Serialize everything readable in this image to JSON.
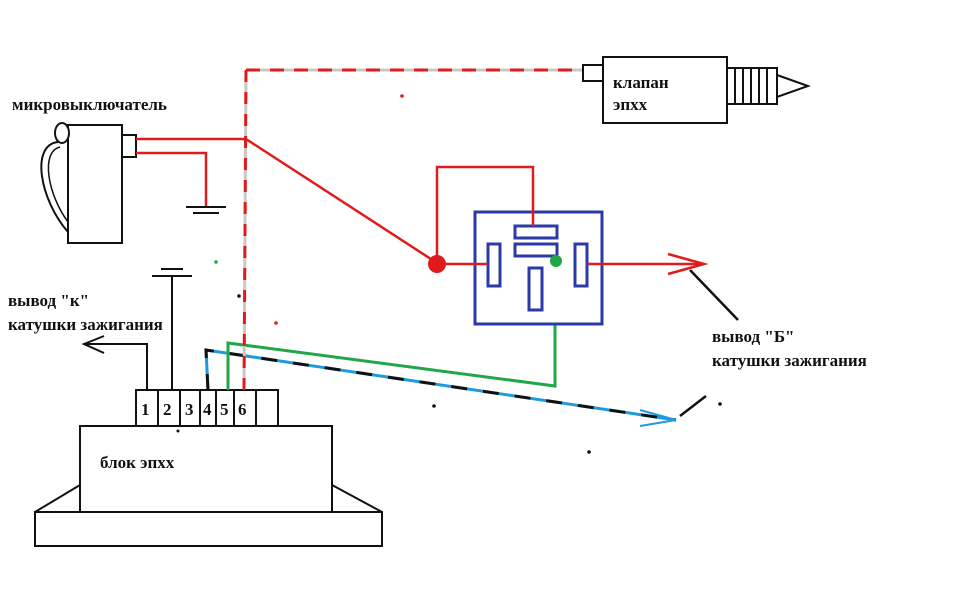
{
  "labels": {
    "microswitch": "микровыключатель",
    "valve_line1": "клапан",
    "valve_line2": "эпхх",
    "k_out_line1": "вывод \"к\"",
    "k_out_line2": "катушки зажигания",
    "b_out_line1": "вывод \"Б\"",
    "b_out_line2": "катушки зажигания",
    "block": "блок эпхх"
  },
  "pins": [
    "1",
    "2",
    "3",
    "4",
    "5",
    "6"
  ],
  "colors": {
    "red": "#e01b1b",
    "green": "#22a64a",
    "blue": "#1e9be0",
    "relay": "#2b3aa6",
    "gray": "#c8c8c8",
    "black": "#111111"
  }
}
